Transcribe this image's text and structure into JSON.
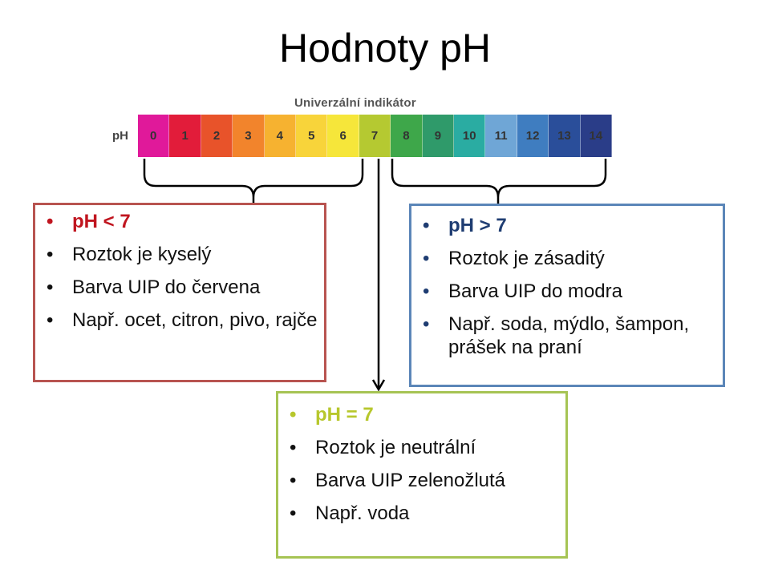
{
  "title": "Hodnoty pH",
  "indicator": {
    "caption": "Univerzální indikátor",
    "axis_label": "pH",
    "values": [
      "0",
      "1",
      "2",
      "3",
      "4",
      "5",
      "6",
      "7",
      "8",
      "9",
      "10",
      "11",
      "12",
      "13",
      "14"
    ],
    "colors": [
      "#e0199a",
      "#e21c3a",
      "#e8532a",
      "#f2842c",
      "#f6b230",
      "#f8d43a",
      "#f6e63a",
      "#b5c931",
      "#3ea74a",
      "#2f9a6a",
      "#2aaca2",
      "#6fa6d6",
      "#3f7dc0",
      "#2a4e9a",
      "#2a3d88"
    ]
  },
  "acid": {
    "items": [
      "pH < 7",
      "Roztok je kyselý",
      "Barva UIP do červena",
      "Např. ocet, citron, pivo, rajče"
    ]
  },
  "base": {
    "items": [
      "pH > 7",
      "Roztok je zásaditý",
      "Barva UIP do modra",
      "Např. soda, mýdlo, šampon, prášek na praní"
    ]
  },
  "neutral": {
    "items": [
      "pH = 7",
      "Roztok je neutrální",
      "Barva UIP zelenožlutá",
      "Např. voda"
    ]
  }
}
